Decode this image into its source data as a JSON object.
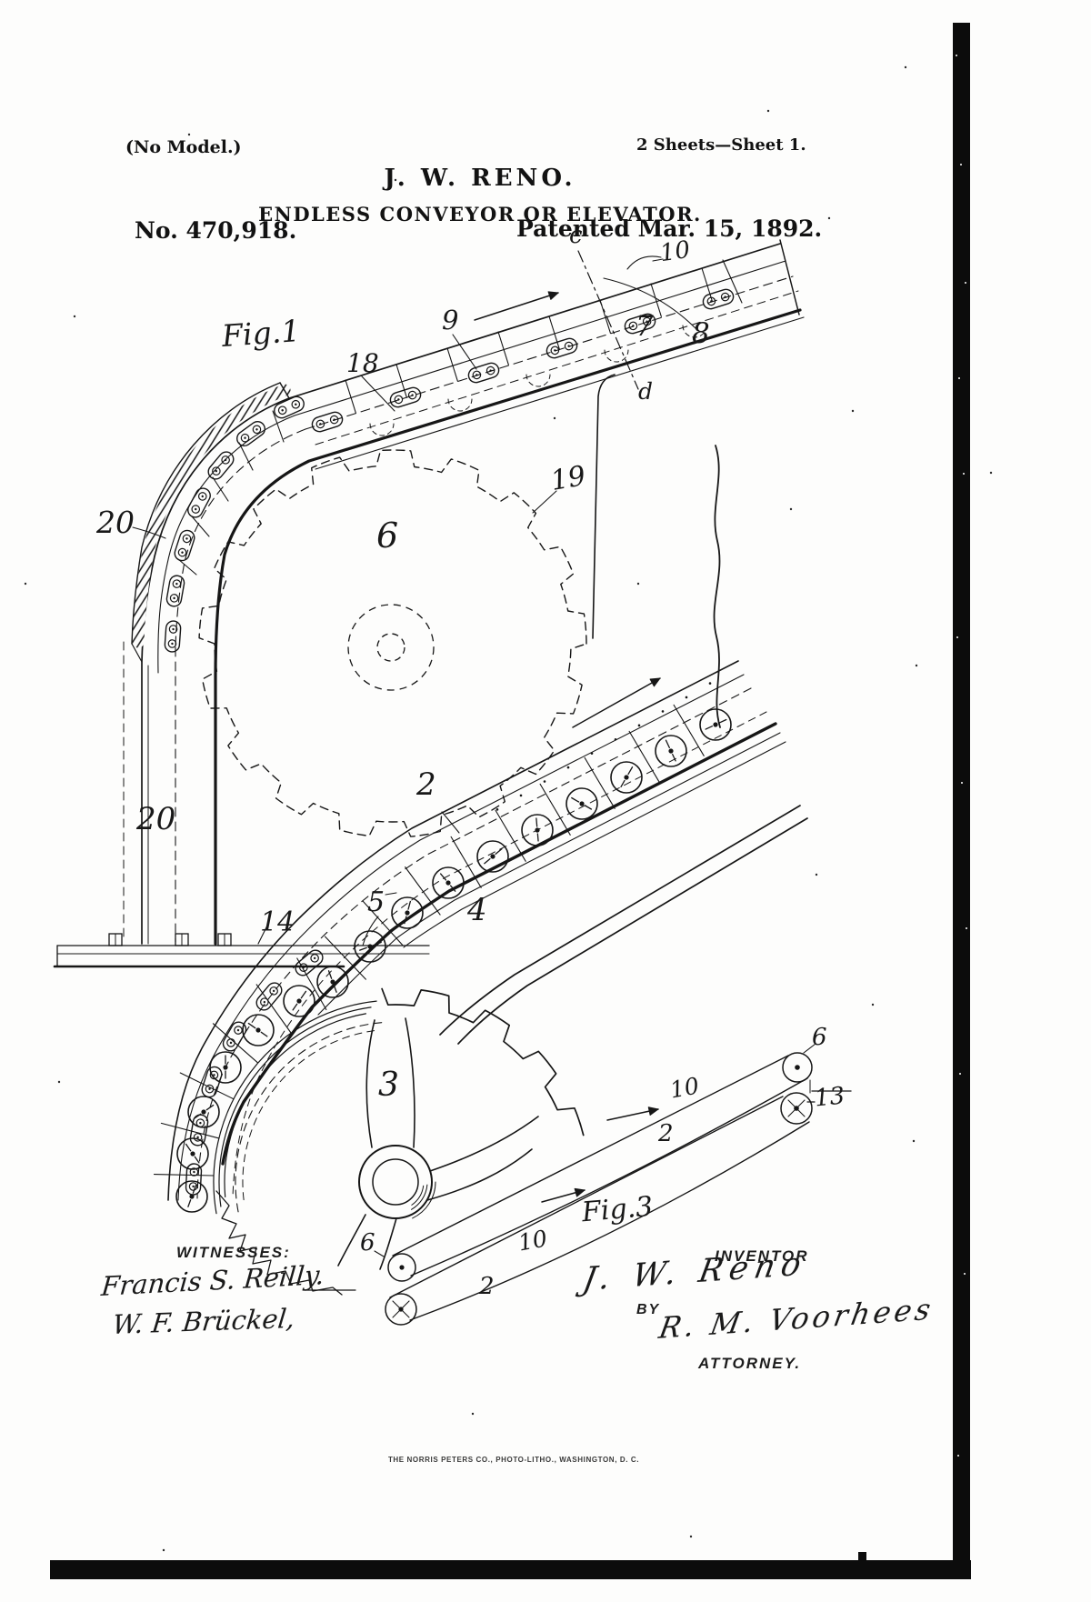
{
  "header": {
    "no_model": "(No Model.)",
    "sheet_info": "2 Sheets—Sheet 1.",
    "inventor_name": "J. W. RENO.",
    "invention_title": "ENDLESS CONVEYOR OR ELEVATOR.",
    "patent_number": "No. 470,918.",
    "patent_date": "Patented Mar. 15, 1892."
  },
  "figures": {
    "fig1": "Fig.1",
    "fig3": "Fig.3"
  },
  "labels": {
    "c": "c",
    "d": "d",
    "n2": "2",
    "n3": "3",
    "n4": "4",
    "n5": "5",
    "n6": "6",
    "n7": "7",
    "n8": "8",
    "n9": "9",
    "n10": "10",
    "n13": "13",
    "n14": "14",
    "n18": "18",
    "n19": "19",
    "n20": "20"
  },
  "signatures": {
    "witnesses_heading": "WITNESSES:",
    "witness_1": "Francis S. Reilly.",
    "witness_2": "W. F. Brückel,",
    "inventor_heading": "INVENTOR",
    "inventor_signature": "J. W. Reno",
    "by_label": "BY",
    "attorney_signature": "R. M. Voorhees",
    "attorney_heading": "ATTORNEY."
  },
  "footer": {
    "printer_imprint": "THE NORRIS PETERS CO., PHOTO-LITHO., WASHINGTON, D. C."
  }
}
